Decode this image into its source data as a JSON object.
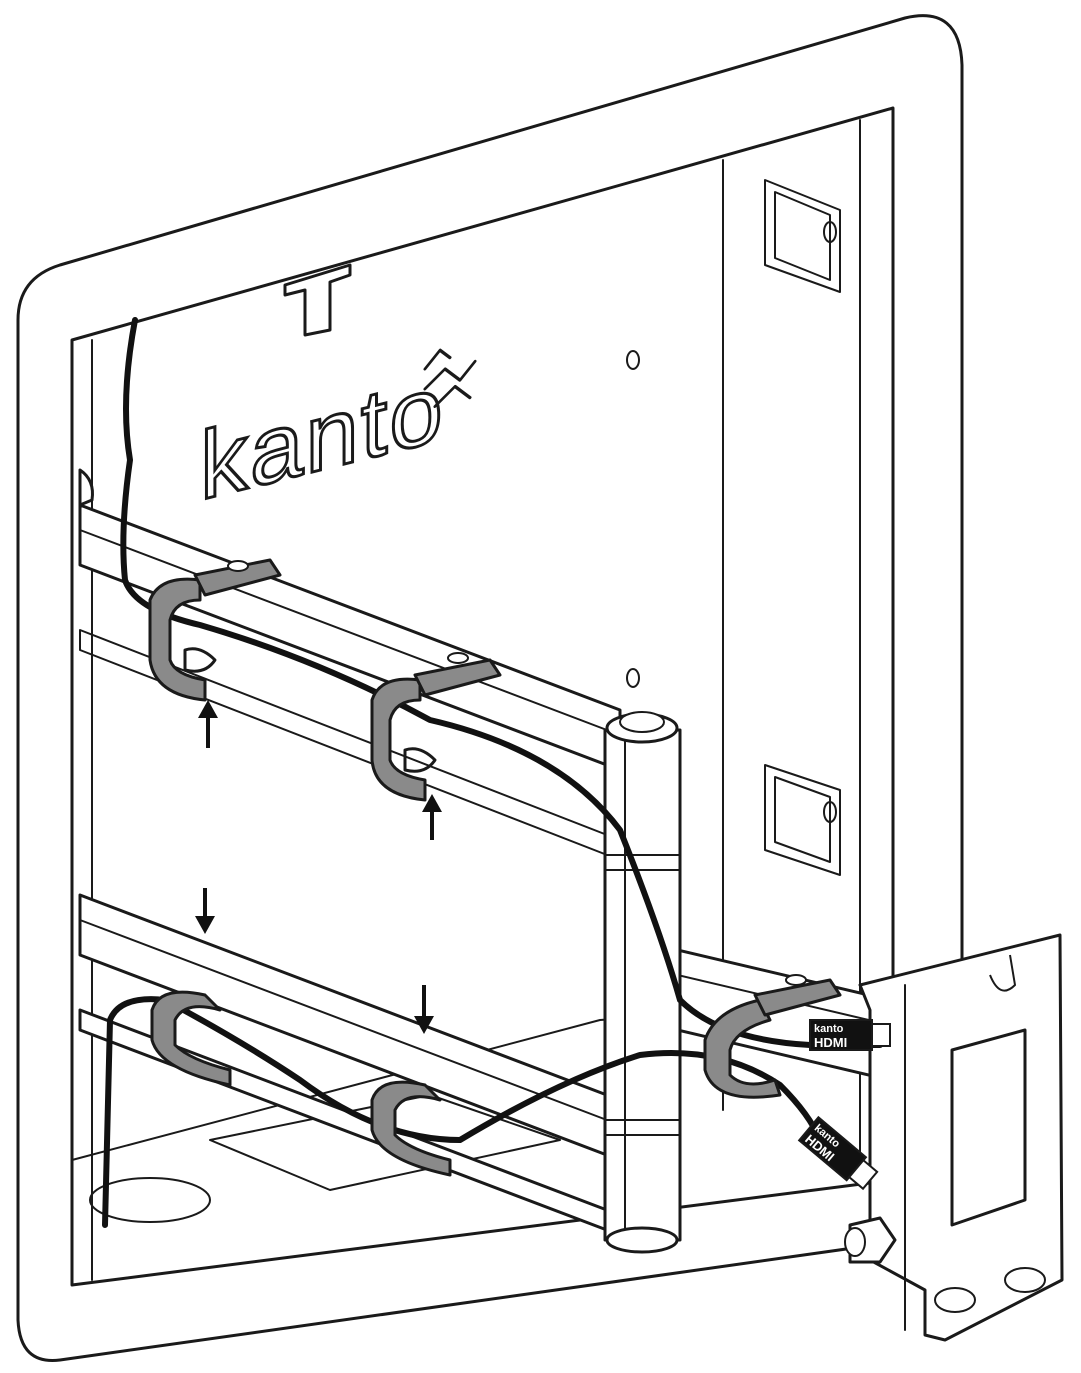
{
  "brand": {
    "logo_text": "kanto",
    "logo_mark_icon": "kanto-mark-icon"
  },
  "cables": [
    {
      "plug_brand": "kanto",
      "plug_label": "HDMI"
    },
    {
      "plug_brand": "kanto",
      "plug_label": "HDMI"
    }
  ],
  "arrows": [
    {
      "direction": "up"
    },
    {
      "direction": "up"
    },
    {
      "direction": "down"
    },
    {
      "direction": "down"
    }
  ],
  "colors": {
    "line": "#1a1a1a",
    "clip": "#8a8a8a",
    "cable": "#111111",
    "background": "#ffffff"
  }
}
